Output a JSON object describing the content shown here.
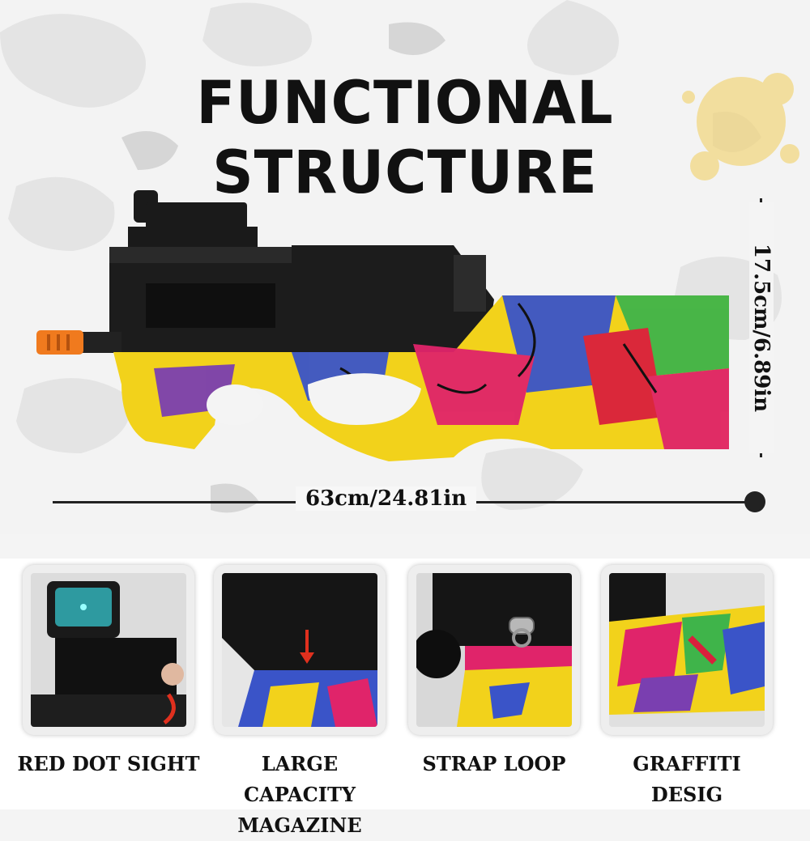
{
  "title": "FUNCTIONAL STRUCTURE",
  "dimensions": {
    "length": "63cm/24.81in",
    "height": "17.5cm/6.89in"
  },
  "features": [
    {
      "label": "RED DOT SIGHT",
      "icon": "red-dot-sight-photo"
    },
    {
      "label": "LARGE CAPACITY MAGAZINE",
      "icon": "magazine-photo"
    },
    {
      "label": "STRAP LOOP",
      "icon": "strap-loop-photo"
    },
    {
      "label": "GRAFFITI DESIG",
      "icon": "graffiti-design-photo"
    }
  ],
  "colors": {
    "graffiti_yellow": "#f2d21b",
    "graffiti_pink": "#e0246a",
    "graffiti_blue": "#3a54c8",
    "graffiti_green": "#3fb44a",
    "muzzle_orange": "#f07a1e",
    "body_black": "#1a1a1a"
  }
}
